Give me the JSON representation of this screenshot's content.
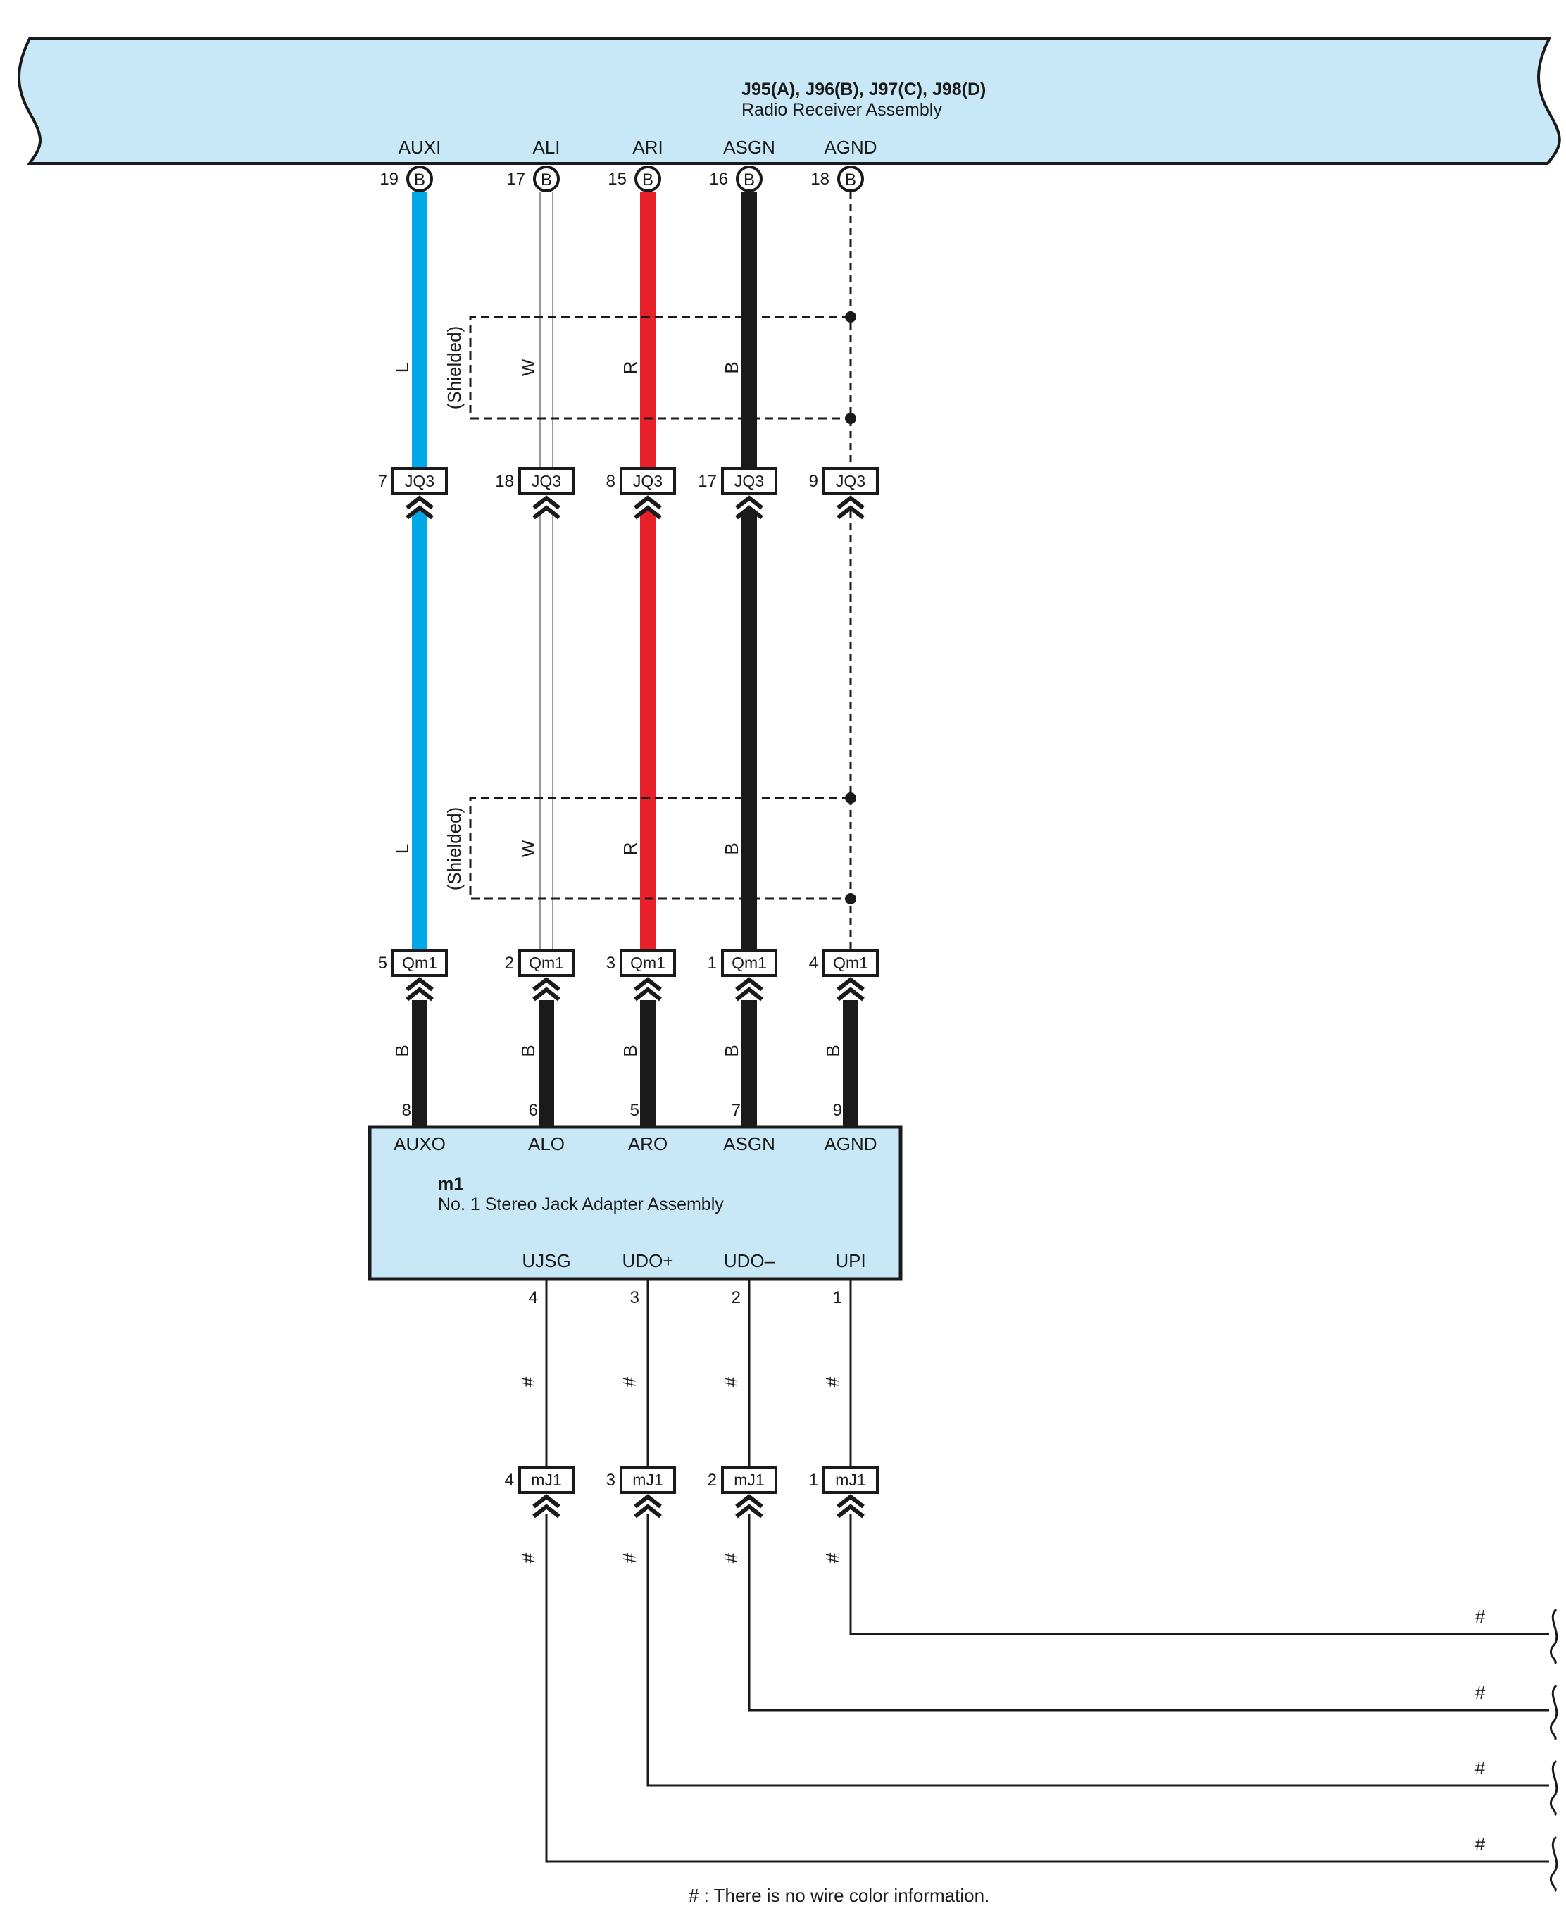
{
  "receiver": {
    "codes": "J95(A), J96(B), J97(C), J98(D)",
    "name": "Radio Receiver Assembly"
  },
  "receiver_terminals": [
    {
      "name": "AUXI",
      "pin": "19",
      "code": "B"
    },
    {
      "name": "ALI",
      "pin": "17",
      "code": "B"
    },
    {
      "name": "ARI",
      "pin": "15",
      "code": "B"
    },
    {
      "name": "ASGN",
      "pin": "16",
      "code": "B"
    },
    {
      "name": "AGND",
      "pin": "18",
      "code": "B"
    }
  ],
  "wire_colors": [
    "L",
    "W",
    "R",
    "B"
  ],
  "shield_label": "(Shielded)",
  "connector_jq3": {
    "name": "JQ3",
    "pins": [
      "7",
      "18",
      "8",
      "17",
      "9"
    ]
  },
  "connector_qm1": {
    "name": "Qm1",
    "pins": [
      "5",
      "2",
      "3",
      "1",
      "4"
    ]
  },
  "adapter_input_wire_color": "B",
  "adapter": {
    "code": "m1",
    "name": "No.  1 Stereo Jack Adapter Assembly",
    "top_pins": [
      "8",
      "6",
      "5",
      "7",
      "9"
    ],
    "top_terminals": [
      "AUXO",
      "ALO",
      "ARO",
      "ASGN",
      "AGND"
    ],
    "bottom_terminals": [
      "UJSG",
      "UDO+",
      "UDO–",
      "UPI"
    ],
    "bottom_pins": [
      "4",
      "3",
      "2",
      "1"
    ]
  },
  "connector_mj1": {
    "name": "mJ1",
    "pins": [
      "4",
      "3",
      "2",
      "1"
    ]
  },
  "unknown_color_mark": "#",
  "footnote": "# : There is no wire color information.",
  "colors": {
    "assembly_fill": "#c8e8f8",
    "wire_blue": "#00a8e8",
    "wire_red": "#e8202a",
    "wire_black": "#1a1a1a",
    "wire_white_outline": "#9a9a9a"
  }
}
